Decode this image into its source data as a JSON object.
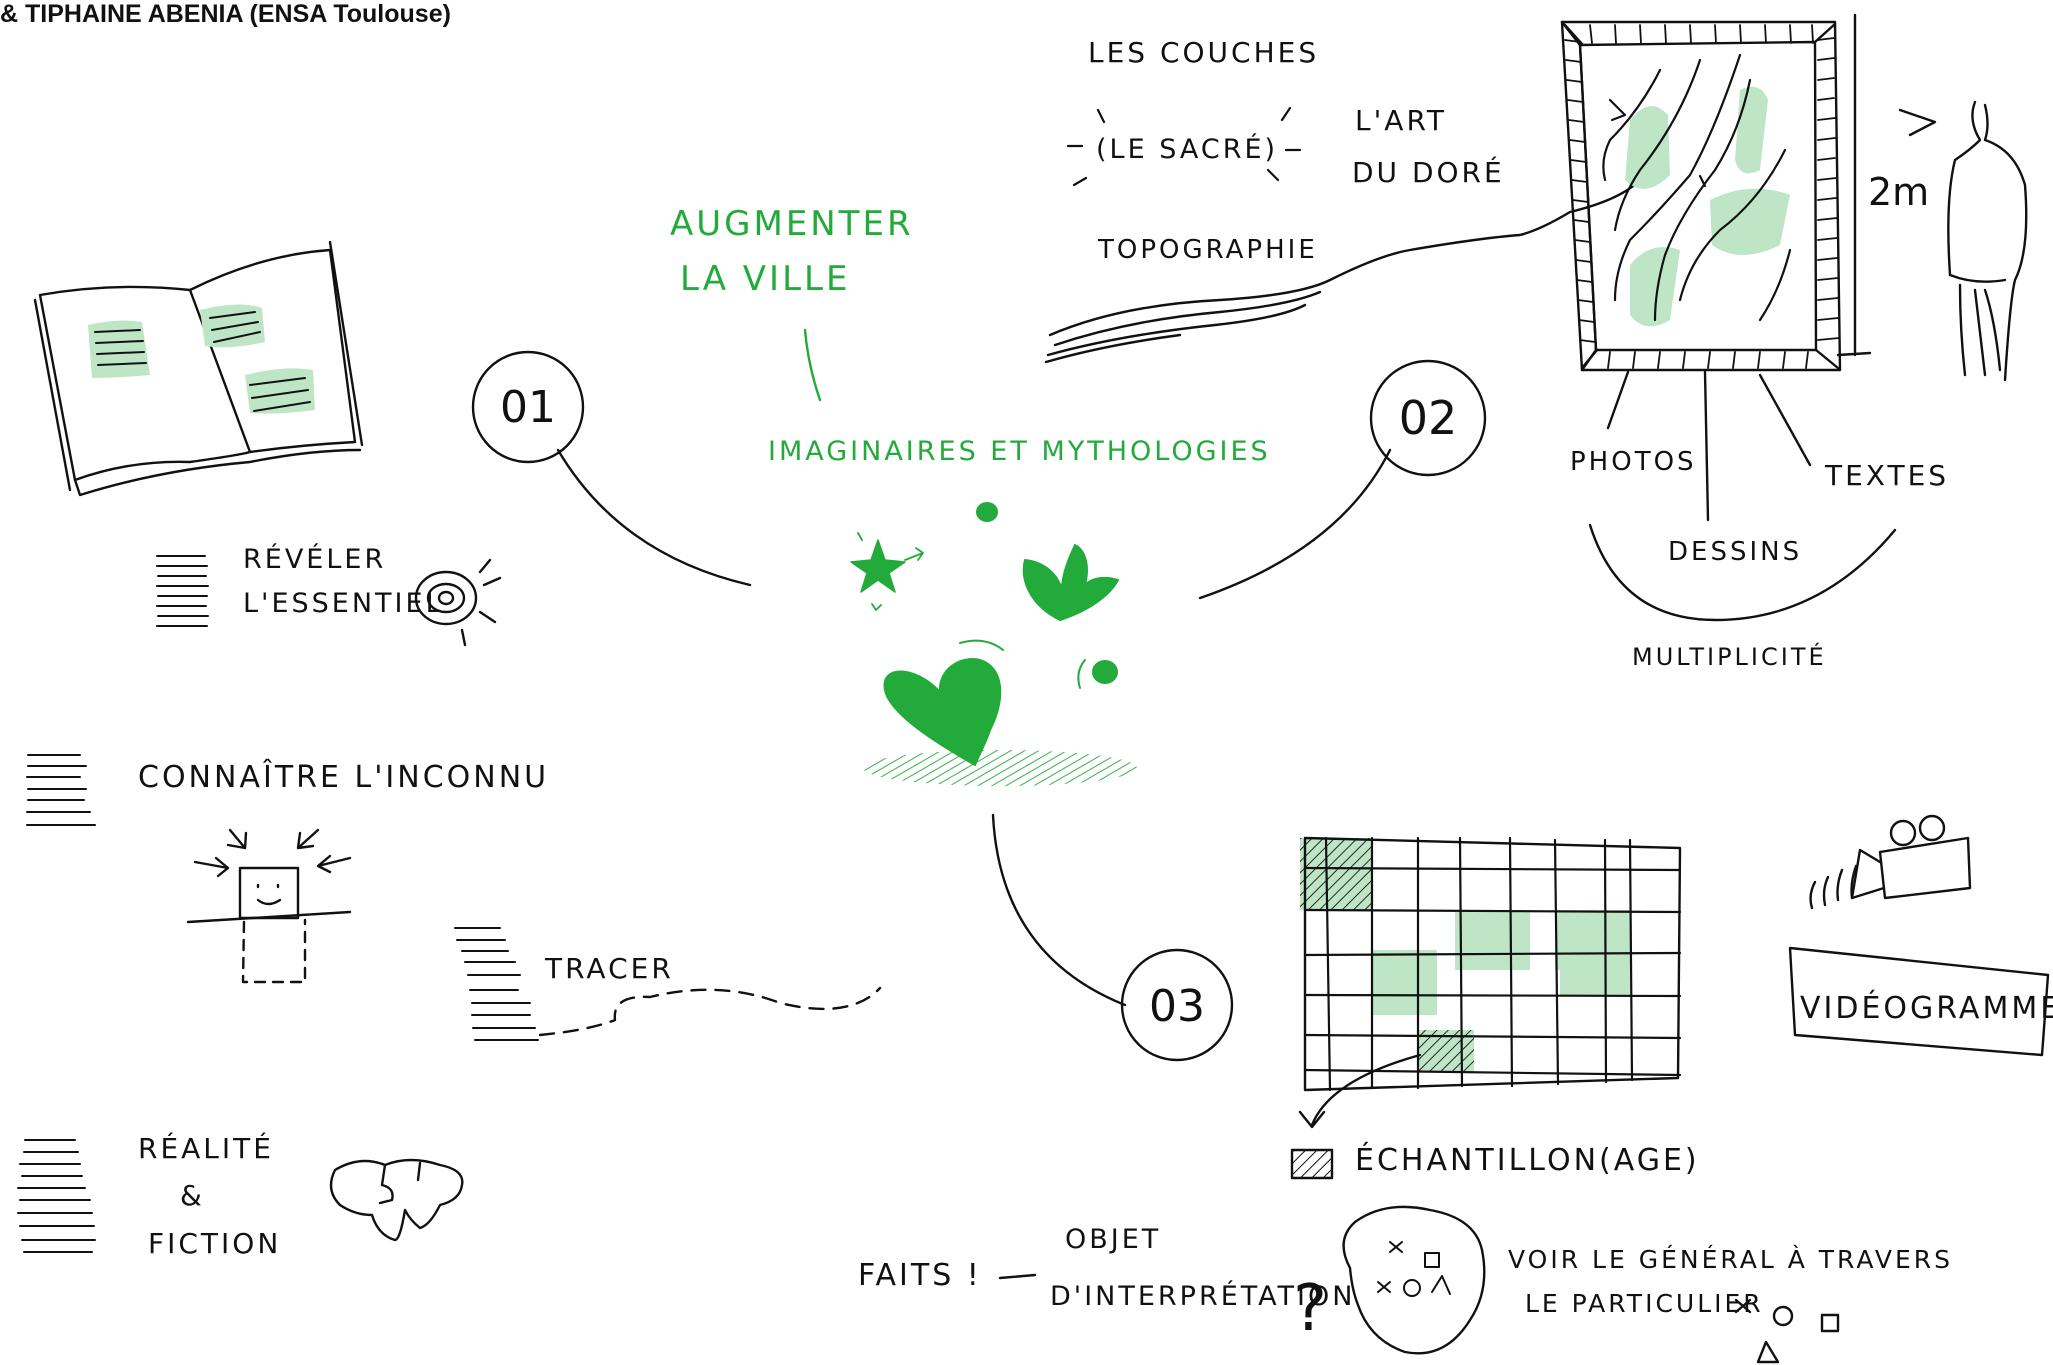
{
  "header": {
    "credit": "& TIPHAINE ABENIA (ENSA Toulouse)"
  },
  "colors": {
    "ink": "#111111",
    "green": "#22aa3a",
    "green_light": "#bfe5c7"
  },
  "center": {
    "title_line1": "AUGMENTER",
    "title_line2": "LA VILLE",
    "subtitle": "IMAGINAIRES ET MYTHOLOGIES",
    "icons": [
      "star-icon",
      "heart-icon",
      "heart-icon",
      "dot-icon"
    ]
  },
  "nodes": {
    "n1": "01",
    "n2": "02",
    "n3": "03"
  },
  "branch1": {
    "item1_line1": "RÉVÉLER",
    "item1_line2": "L'ESSENTIEL",
    "item2": "CONNAÎTRE L'INCONNU",
    "item3": "TRACER",
    "item4_line1": "RÉALITÉ",
    "item4_line2": "&",
    "item4_line3": "FICTION",
    "icons": [
      "open-book-icon",
      "eye-icon",
      "person-in-box-icon",
      "cloud-map-icon"
    ]
  },
  "branch2": {
    "layers": "LES COUCHES",
    "sacred": "(LE SACRÉ)",
    "art_line1": "L'ART",
    "art_line2": "DU DORÉ",
    "topo": "TOPOGRAPHIE",
    "height": "2m",
    "photos": "PHOTOS",
    "drawings": "DESSINS",
    "texts": "TEXTES",
    "multiplicity": "MULTIPLICITÉ",
    "icons": [
      "framed-panel-icon",
      "person-icon"
    ]
  },
  "branch3": {
    "sampling": "ÉCHANTILLON(AGE)",
    "videograms": "VIDÉOGRAMMES",
    "facts": "FAITS !",
    "object_line1": "OBJET",
    "object_line2": "D'INTERPRÉTATION",
    "question": "?",
    "general_line1": "VOIR LE GÉNÉRAL À TRAVERS",
    "general_line2": "LE PARTICULIER",
    "icons": [
      "grid-icon",
      "camera-icon",
      "blob-icon",
      "shapes-icon"
    ]
  }
}
